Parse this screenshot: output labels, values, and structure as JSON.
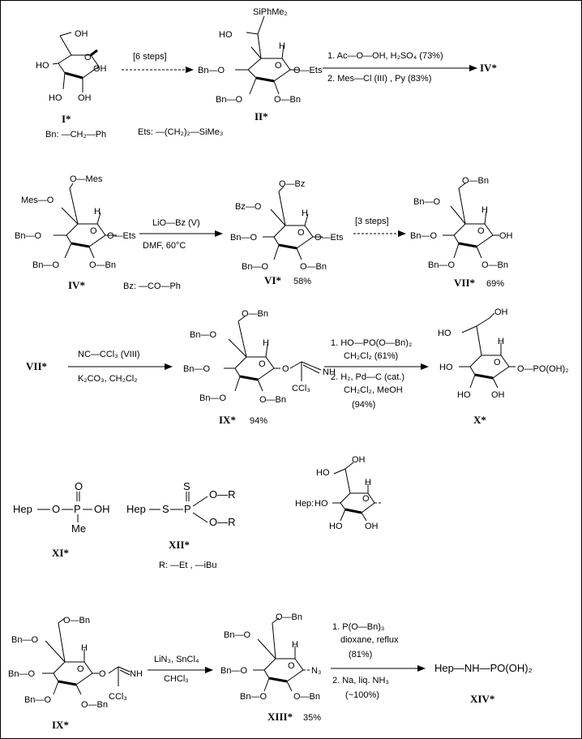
{
  "compounds": {
    "I": "I*",
    "II": "II*",
    "IV": "IV*",
    "VI": "VI*",
    "VII": "VII*",
    "IX": "IX*",
    "X": "X*",
    "XI": "XI*",
    "XII": "XII*",
    "XIII": "XIII*",
    "XIV": "XIV*",
    "IV_target": "IV*",
    "VII_start": "VII*"
  },
  "yields": {
    "VI": "58%",
    "VII": "69%",
    "IX": "94%",
    "XIII": "35%"
  },
  "definitions": {
    "bn": "Bn: —CH₂—Ph",
    "ets": "Ets: —(CH₂)₂—SiMe₃",
    "bz": "Bz: —CO—Ph",
    "hep": "Hep:",
    "r": "R: —Et , —iBu"
  },
  "arrows": {
    "a1": "[6 steps]",
    "a2_line1": "1. Ac—O—OH, H₂SO₄   (73%)",
    "a2_line2": "2. Mes—Cl (III) , Py  (83%)",
    "a3_line1": "LiO—Bz (V)",
    "a3_line2": "DMF,   60°C",
    "a4": "[3 steps]",
    "a5_line1": "NC—CCl₃   (VIII)",
    "a5_line2": "K₂CO₃,   CH₂Cl₂",
    "a6_line1": "1. HO—PO(O—Bn)₂",
    "a6_line2": "CH₂Cl₂   (61%)",
    "a6_line3": "2. H₂,  Pd—C (cat.)",
    "a6_line4": "CH₂Cl₂, MeOH",
    "a6_line5": "(94%)",
    "a7_line1": "LiN₃, SnCl₄",
    "a7_line2": "CHCl₃",
    "a8_line1": "1. P(O—Bn)₃",
    "a8_line2": "dioxane, reflux",
    "a8_line3": "(81%)",
    "a8_line4": "2. Na, liq. NH₃",
    "a8_line5": "(~100%)"
  },
  "groups": {
    "OH": "OH",
    "HO": "HO",
    "H": "H",
    "BnO": "Bn—O",
    "OBn": "O—Bn",
    "OEts": "O—Ets",
    "SiPhMe2": "SiPhMe₂",
    "OMes": "O—Mes",
    "MesO": "Mes—O",
    "OBz": "O—Bz",
    "BzO": "Bz—O",
    "O": "O",
    "NH": "NH",
    "CCl3": "CCl₃",
    "N3": "N₃",
    "OPO3H2": "O—PO(OH)₂",
    "Hep": "Hep",
    "S": "S",
    "P": "P",
    "OR": "O—R",
    "Me": "Me",
    "HepNH": "Hep—NH—PO(OH)₂"
  }
}
